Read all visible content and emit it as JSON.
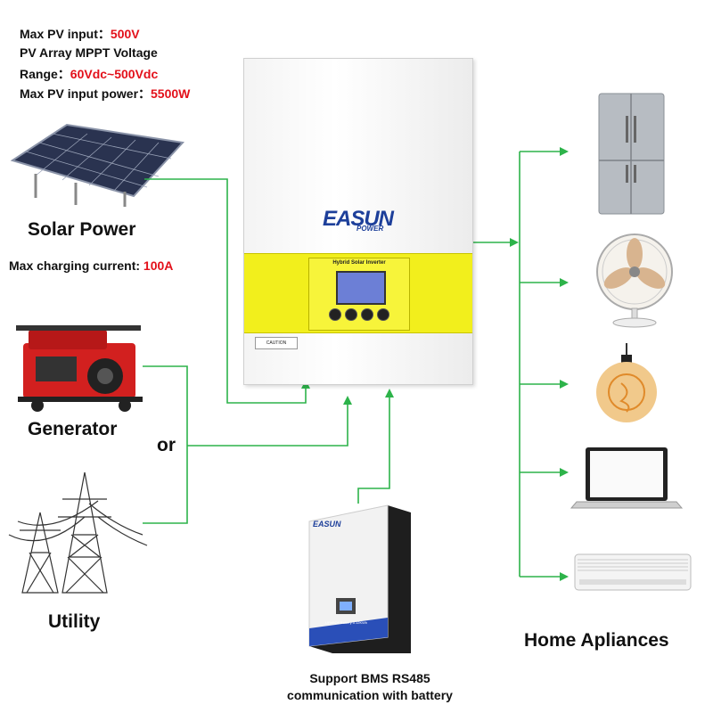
{
  "specs": {
    "max_pv_input_label": "Max PV input：",
    "max_pv_input_value": "500V",
    "mppt_line1": "PV Array MPPT Voltage",
    "range_label": "Range：",
    "range_value": "60Vdc~500Vdc",
    "max_power_label": "Max PV input power：",
    "max_power_value": "5500W",
    "charging_label": "Max charging current: ",
    "charging_value": "100A"
  },
  "sources": {
    "solar": "Solar Power",
    "generator": "Generator",
    "or": "or",
    "utility": "Utility"
  },
  "inverter": {
    "brand": "EASUN",
    "brand_sub": "POWER",
    "panel_title": "Hybrid Solar Inverter",
    "caution": "CAUTION"
  },
  "battery": {
    "brand": "EASUN",
    "model": "LiFePO4 Battery 5.12KWh",
    "caption_line1": "Support BMS RS485",
    "caption_line2": "communication with battery"
  },
  "loads": {
    "title": "Home Apliances",
    "items": [
      "refrigerator",
      "fan",
      "light bulb",
      "laptop",
      "air conditioner"
    ]
  },
  "colors": {
    "arrow": "#2db34a",
    "highlight": "#e3101a",
    "panel_yellow": "#f2ef1c",
    "brand_blue": "#1d3f9a"
  }
}
